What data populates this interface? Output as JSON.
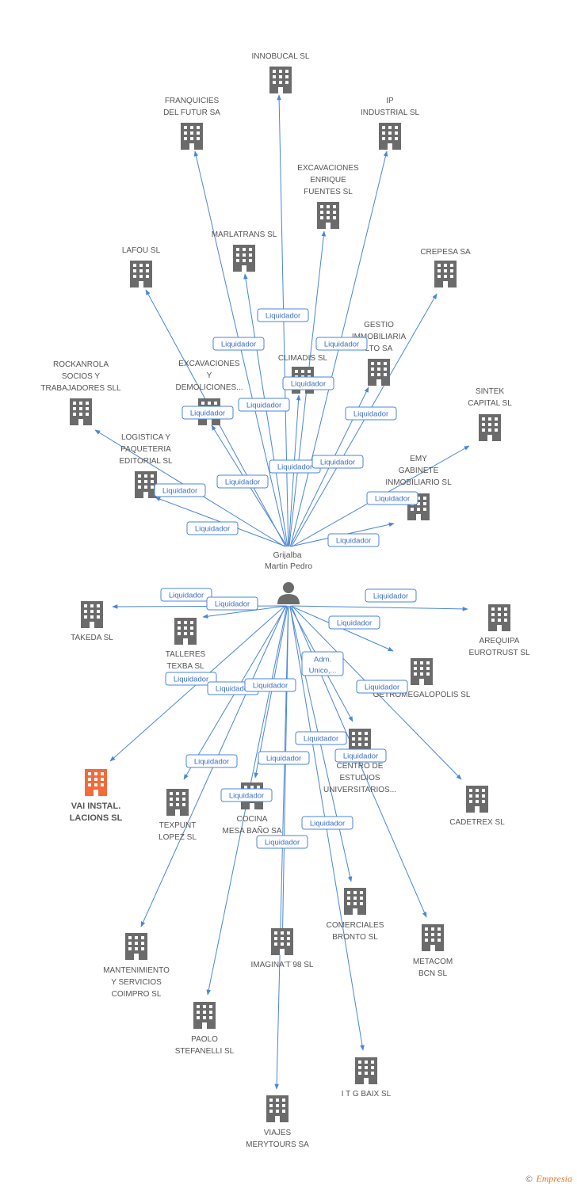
{
  "colors": {
    "edge": "#4a86d8",
    "building": "#6b6b6b",
    "highlight": "#f26b3a",
    "label": "#555555"
  },
  "center": {
    "label_lines": [
      "Grijalba",
      "Martin Pedro"
    ],
    "icon": "person-icon"
  },
  "nodes": [
    {
      "id": "innobucal",
      "lines": [
        "INNOBUCAL SL"
      ]
    },
    {
      "id": "franquicies",
      "lines": [
        "FRANQUICIES",
        "DEL FUTUR SA"
      ]
    },
    {
      "id": "ip-industrial",
      "lines": [
        "IP",
        "INDUSTRIAL SL"
      ]
    },
    {
      "id": "excavaciones-enrique",
      "lines": [
        "EXCAVACIONES",
        "ENRIQUE",
        "FUENTES SL"
      ]
    },
    {
      "id": "marlatrans",
      "lines": [
        "MARLATRANS SL"
      ]
    },
    {
      "id": "lafou",
      "lines": [
        "LAFOU SL"
      ]
    },
    {
      "id": "crepesa",
      "lines": [
        "CREPESA SA"
      ]
    },
    {
      "id": "gestio",
      "lines": [
        "GESTIO",
        "IMMOBILIARIA",
        "LTO SA"
      ]
    },
    {
      "id": "climadis",
      "lines": [
        "CLIMADIS SL"
      ]
    },
    {
      "id": "rockanrola",
      "lines": [
        "ROCKANROLA",
        "SOCIOS Y",
        "TRABAJADORES SLL"
      ]
    },
    {
      "id": "excavaciones-demoliciones",
      "lines": [
        "EXCAVACIONES",
        "Y",
        "DEMOLICIONES..."
      ]
    },
    {
      "id": "sintek",
      "lines": [
        "SINTEK",
        "CAPITAL SL"
      ]
    },
    {
      "id": "logistica",
      "lines": [
        "LOGISTICA Y",
        "PAQUETERIA",
        "EDITORIAL SL"
      ]
    },
    {
      "id": "emy",
      "lines": [
        "EMY",
        "GABINETE",
        "INMOBILIARIO SL"
      ]
    },
    {
      "id": "takeda",
      "lines": [
        "TAKEDA SL"
      ]
    },
    {
      "id": "talleres",
      "lines": [
        "TALLERES",
        "TEXBA SL"
      ]
    },
    {
      "id": "arequipa",
      "lines": [
        "AREQUIPA",
        "EUROTRUST SL"
      ]
    },
    {
      "id": "megalopolis",
      "lines": [
        "GETROMEGALOPOLIS SL"
      ]
    },
    {
      "id": "centro",
      "lines": [
        "CENTRO DE",
        "ESTUDIOS",
        "UNIVERSITARIOS..."
      ]
    },
    {
      "id": "vai",
      "lines": [
        "VAI INSTAL.",
        "LACIONS SL"
      ],
      "highlight": true
    },
    {
      "id": "texpunt",
      "lines": [
        "TEXPUNT",
        "LOPEZ SL"
      ]
    },
    {
      "id": "cocina",
      "lines": [
        "COCINA",
        "MESA BAÑO SA"
      ]
    },
    {
      "id": "cadetrex",
      "lines": [
        "CADETREX SL"
      ]
    },
    {
      "id": "comerciales",
      "lines": [
        "COMERCIALES",
        "BRONTO SL"
      ]
    },
    {
      "id": "metacom",
      "lines": [
        "METACOM",
        "BCN SL"
      ]
    },
    {
      "id": "imagina",
      "lines": [
        "IMAGINA'T 98 SL"
      ]
    },
    {
      "id": "mantenimiento",
      "lines": [
        "MANTENIMIENTO",
        "Y SERVICIOS",
        "COIMPRO SL"
      ]
    },
    {
      "id": "paolo",
      "lines": [
        "PAOLO",
        "STEFANELLI SL"
      ]
    },
    {
      "id": "itg",
      "lines": [
        "I T G BAIX SL"
      ]
    },
    {
      "id": "viajes",
      "lines": [
        "VIAJES",
        "MERYTOURS SA"
      ]
    }
  ],
  "edge_labels": [
    "Liquidador",
    "Liquidador",
    "Liquidador",
    "Liquidador",
    "Liquidador",
    "Liquidador",
    "Liquidador",
    "Liquidador",
    "Liquidador",
    "Liquidador",
    "Liquidador",
    "Liquidador",
    "Liquidador",
    "Liquidador",
    "Liquidador",
    "Liquidador",
    "Liquidador",
    "Liquidador",
    "Liquidador",
    "Liquidador",
    "Liquidador",
    "Liquidador",
    "Liquidador",
    "Liquidador",
    "Liquidador",
    "Liquidador",
    "Liquidador",
    "Liquidador",
    "Liquidador",
    [
      "Adm.",
      "Unico,..."
    ]
  ],
  "footer": {
    "copyright": "©",
    "brand": "Empresia"
  }
}
